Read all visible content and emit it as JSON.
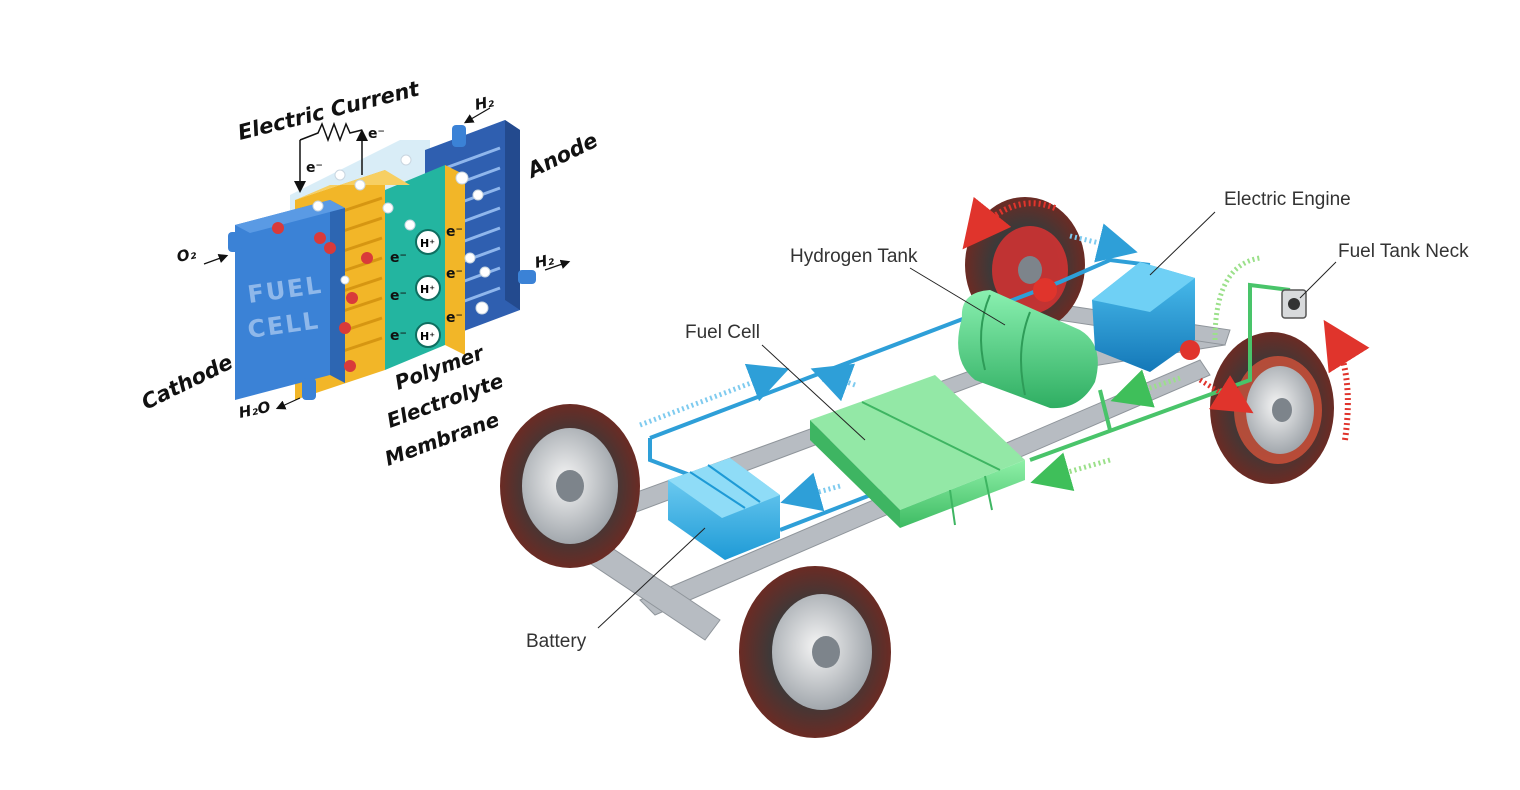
{
  "fuel_cell_diagram": {
    "labels": {
      "electric_current": "Electric Current",
      "anode": "Anode",
      "cathode": "Cathode",
      "membrane_line1": "Polymer",
      "membrane_line2": "Electrolyte",
      "membrane_line3": "Membrane",
      "h2_in": "H₂",
      "h2_out": "H₂",
      "o2_in": "O₂",
      "h2o_out": "H₂O",
      "electron": "e⁻",
      "proton": "H⁺",
      "body_line1": "FUEL",
      "body_line2": "CELL"
    },
    "colors": {
      "cell_blue": "#3b82d6",
      "anode_plate": "#2f5fb0",
      "cathode_plate": "#f2b628",
      "membrane": "#23b5a0",
      "oxygen": "#d93a3a",
      "hydrogen": "#ffffff"
    }
  },
  "vehicle_diagram": {
    "labels": {
      "electric_engine": "Electric Engine",
      "hydrogen_tank": "Hydrogen Tank",
      "fuel_tank_neck": "Fuel Tank Neck",
      "fuel_cell": "Fuel Cell",
      "battery": "Battery"
    },
    "colors": {
      "hydrogen_tank": "#4cd08a",
      "fuel_cell": "#5ed886",
      "battery": "#3fb6e8",
      "engine": "#2aa6e0",
      "blue_flow": "#2e9fd8",
      "green_flow": "#49c46a",
      "red_flow": "#e0342c",
      "tire": "#2a2a2a",
      "chassis": "#b7bcc2"
    }
  }
}
